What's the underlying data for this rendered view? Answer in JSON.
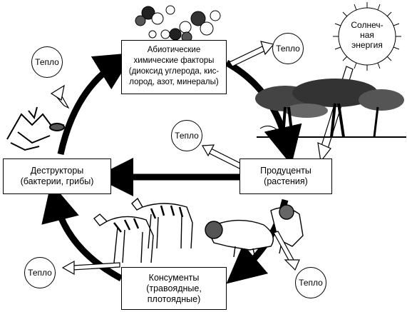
{
  "nodes": {
    "abiotic": {
      "lines": [
        "Абиотические",
        "химические факторы",
        "(диоксид углерода, кис-",
        "лород, азот, минералы)"
      ]
    },
    "producers": {
      "lines": [
        "Продуценты",
        "(растения)"
      ]
    },
    "consumers": {
      "lines": [
        "Консументы",
        "(травоядные,",
        "плотоядные)"
      ]
    },
    "decomposers": {
      "lines": [
        "Деструкторы",
        "(бактерии, грибы)"
      ]
    }
  },
  "sun": {
    "lines": [
      "Солнеч-",
      "ная",
      "энергия"
    ]
  },
  "heat_label": "Тепло",
  "heat_labels": [
    "Тепло",
    "Тепло",
    "Тепло",
    "Тепло",
    "Тепло"
  ],
  "colors": {
    "ink": "#000000",
    "paper": "#ffffff",
    "arrow_gray": "#333333"
  }
}
